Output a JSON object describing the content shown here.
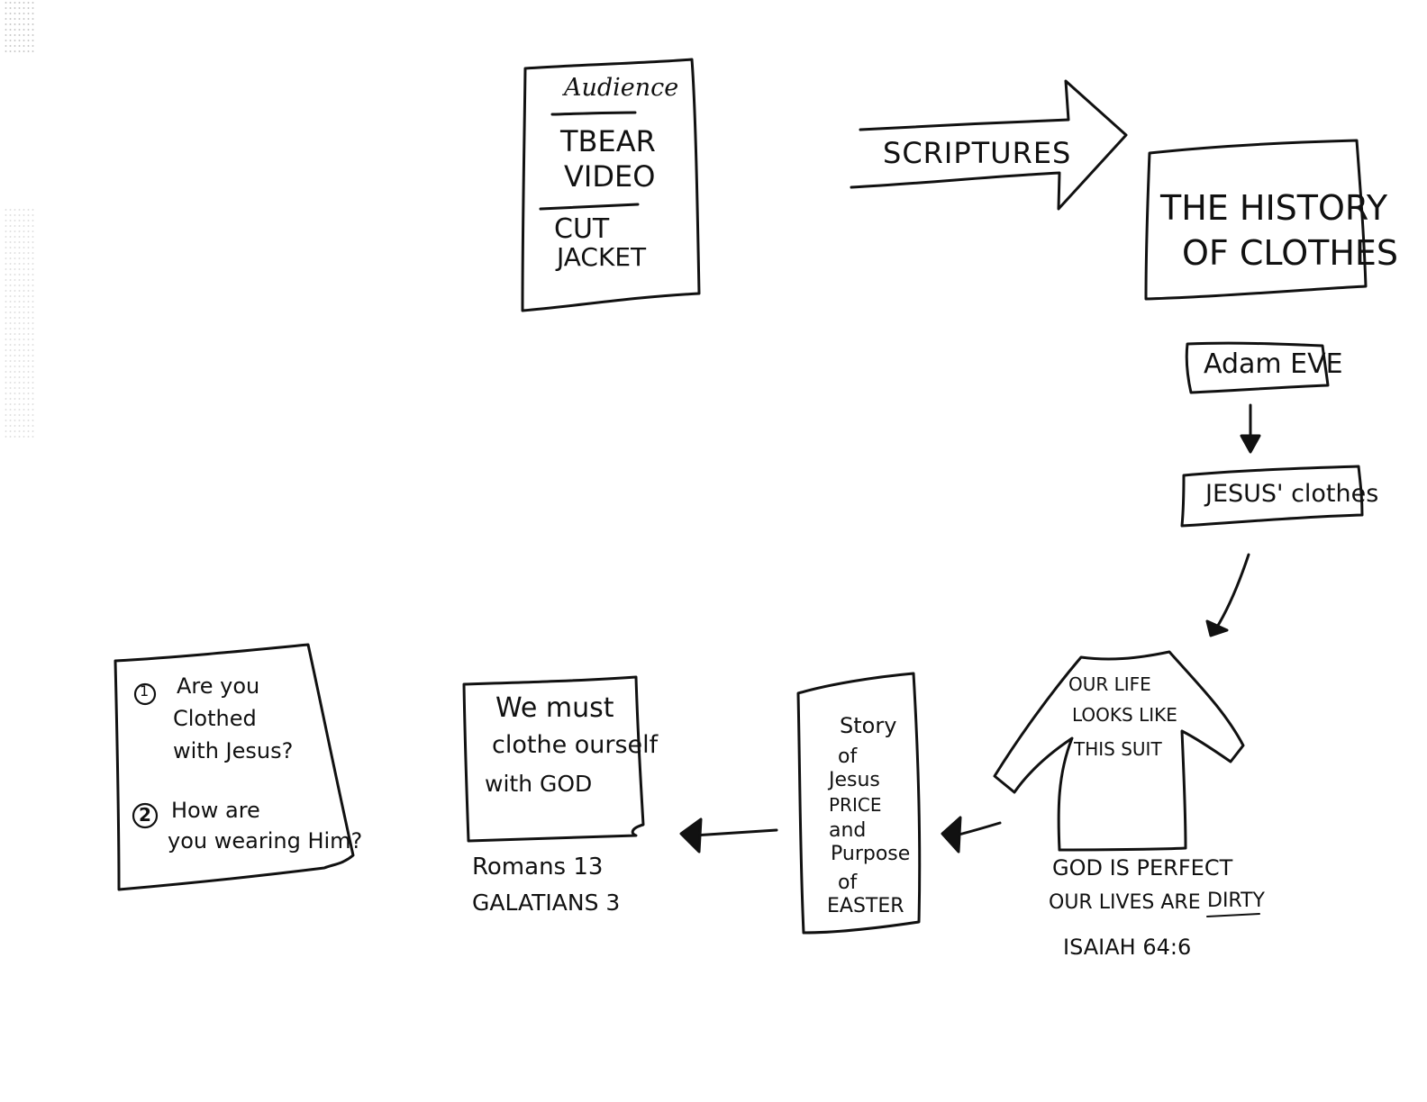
{
  "diagram": {
    "type": "hand-drawn flowchart",
    "nodes": {
      "audience_box": {
        "heading": "Audience",
        "section1": [
          "TBEAR",
          "VIDEO"
        ],
        "section2": [
          "CUT",
          "JACKET"
        ]
      },
      "scriptures_arrow": {
        "label": "SCRIPTURES"
      },
      "history_box": {
        "lines": [
          "THE HISTORY",
          "OF CLOTHES"
        ]
      },
      "adam_eve_box": {
        "label": "Adam EVE"
      },
      "jesus_clothes_box": {
        "label": "JESUS' clothes"
      },
      "shirt": {
        "lines": [
          "OUR LIFE",
          "LOOKS LIKE",
          "THIS SUIT"
        ],
        "caption": [
          "GOD IS PERFECT",
          "OUR LIVES ARE",
          "DIRTY"
        ],
        "reference": "ISAIAH 64:6"
      },
      "easter_box": {
        "lines": [
          "Story",
          "of",
          "Jesus",
          "PRICE",
          "and",
          "Purpose",
          "of",
          "EASTER"
        ]
      },
      "clothe_box": {
        "lines": [
          "We must",
          "clothe ourself",
          "with GOD"
        ],
        "references": [
          "Romans 13",
          "GALATIANS 3"
        ]
      },
      "questions_box": {
        "q1_number": "1",
        "q1": [
          "Are you",
          "Clothed",
          "with Jesus?"
        ],
        "q2_number": "2",
        "q2": [
          "How are",
          "you wearing Him?"
        ]
      }
    },
    "edges": [
      {
        "from": "audience_box",
        "to": "history_box",
        "label": "SCRIPTURES"
      },
      {
        "from": "adam_eve_box",
        "to": "jesus_clothes_box"
      },
      {
        "from": "jesus_clothes_box",
        "to": "shirt"
      },
      {
        "from": "shirt",
        "to": "easter_box"
      },
      {
        "from": "easter_box",
        "to": "clothe_box"
      }
    ],
    "ink_color": "#111111",
    "paper_color": "#ffffff"
  }
}
